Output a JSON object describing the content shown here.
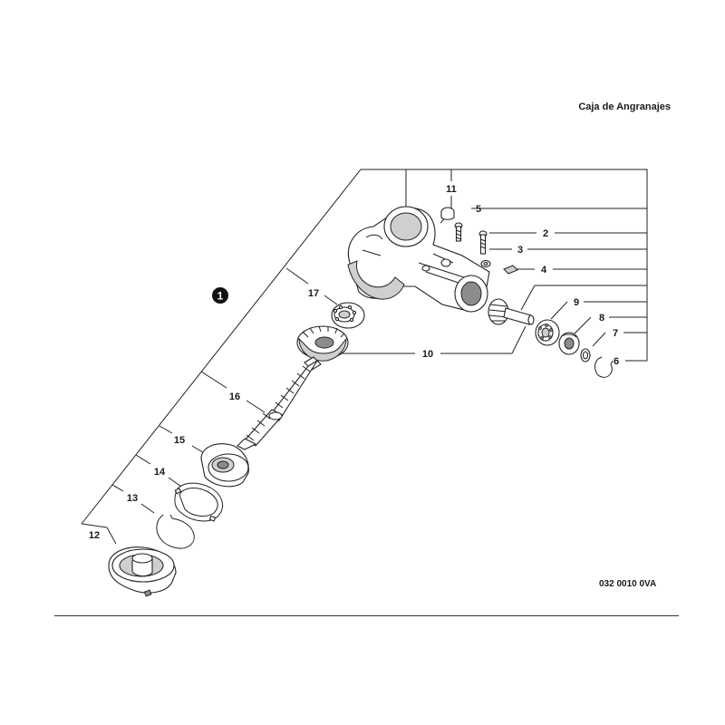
{
  "header": {
    "title": "Caja de Angranajes"
  },
  "footer": {
    "drawing_code": "032 0010 0VA"
  },
  "callouts": {
    "assembly": "1",
    "p2": "2",
    "p3": "3",
    "p4": "4",
    "p5": "5",
    "p6": "6",
    "p7": "7",
    "p8": "8",
    "p9": "9",
    "p10": "10",
    "p11": "11",
    "p12": "12",
    "p13": "13",
    "p14": "14",
    "p15": "15",
    "p16": "16",
    "p17": "17"
  },
  "colors": {
    "ink": "#1a1a1a",
    "background": "#ffffff"
  }
}
